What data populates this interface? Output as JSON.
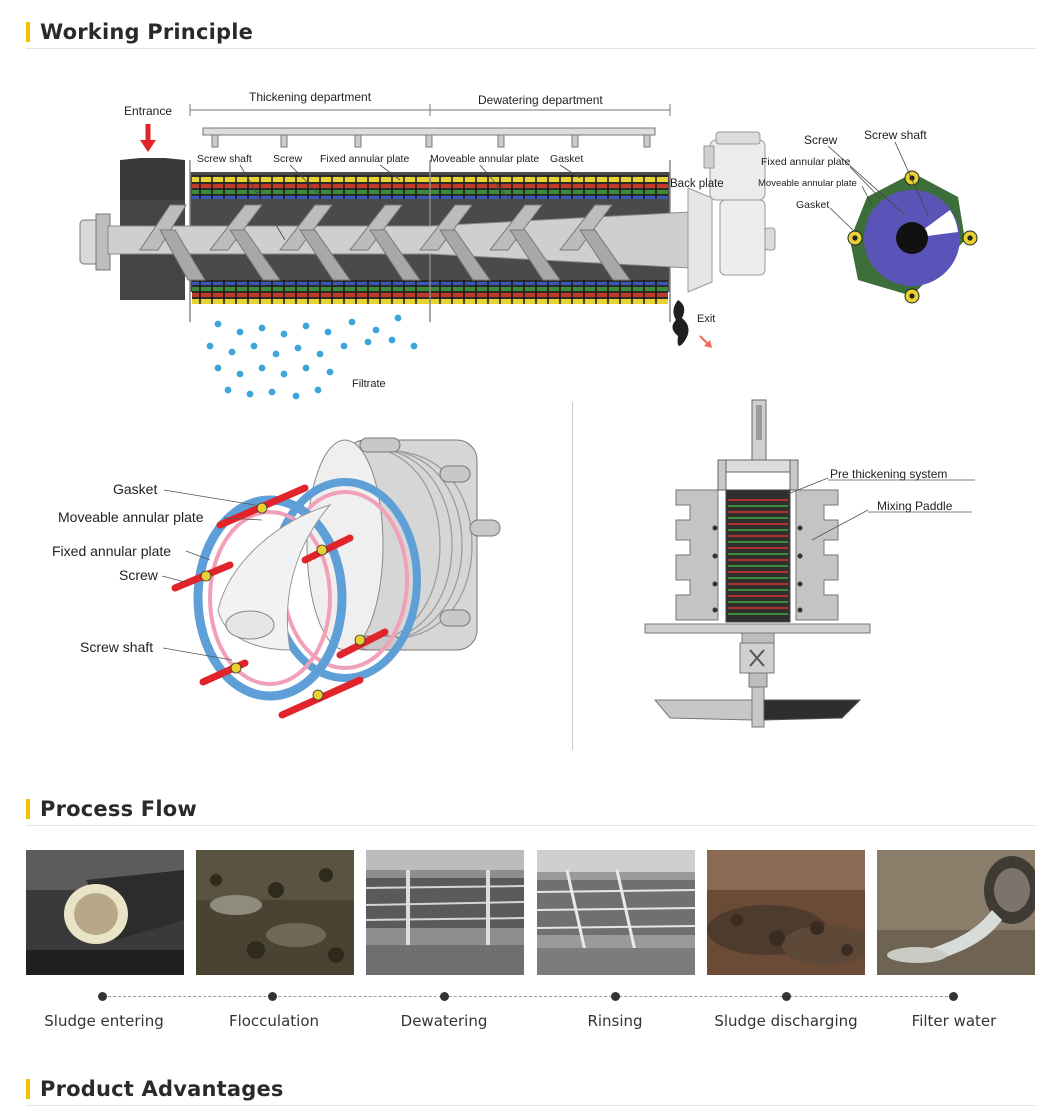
{
  "sections": {
    "working_principle": "Working Principle",
    "process_flow": "Process Flow",
    "product_advantages": "Product Advantages"
  },
  "diagram_top": {
    "entrance": "Entrance",
    "thickening": "Thickening department",
    "dewatering": "Dewatering department",
    "screw_shaft": "Screw shaft",
    "screw": "Screw",
    "fixed_plate": "Fixed annular plate",
    "moveable_plate": "Moveable annular plate",
    "gasket": "Gasket",
    "back_plate": "Back plate",
    "exit": "Exit",
    "filtrate": "Filtrate"
  },
  "ring_labels": {
    "screw": "Screw",
    "screw_shaft": "Screw shaft",
    "fixed_plate": "Fixed annular plate",
    "moveable_plate": "Moveable annular plate",
    "gasket": "Gasket"
  },
  "exploded_labels": {
    "gasket": "Gasket",
    "moveable_plate": "Moveable annular plate",
    "fixed_plate": "Fixed annular plate",
    "screw": "Screw",
    "screw_shaft": "Screw shaft"
  },
  "pre_thickening_labels": {
    "system": "Pre thickening system",
    "paddle": "Mixing Paddle"
  },
  "process_steps": [
    {
      "label": "Sludge entering",
      "icon": "sludge-inlet-photo"
    },
    {
      "label": "Flocculation",
      "icon": "flocculation-photo"
    },
    {
      "label": "Dewatering",
      "icon": "dewatering-photo"
    },
    {
      "label": "Rinsing",
      "icon": "rinsing-photo"
    },
    {
      "label": "Sludge discharging",
      "icon": "sludge-cake-photo"
    },
    {
      "label": "Filter water",
      "icon": "filter-water-photo"
    }
  ],
  "colors": {
    "accent": "#f5c400",
    "plate_blue": "#5d9fd6",
    "plate_pink": "#f2a0b8",
    "screw_red": "#e0242a",
    "water_blue": "#3aa7d8",
    "ring_purple": "#5a54b8",
    "ring_green": "#3c6e3a"
  }
}
